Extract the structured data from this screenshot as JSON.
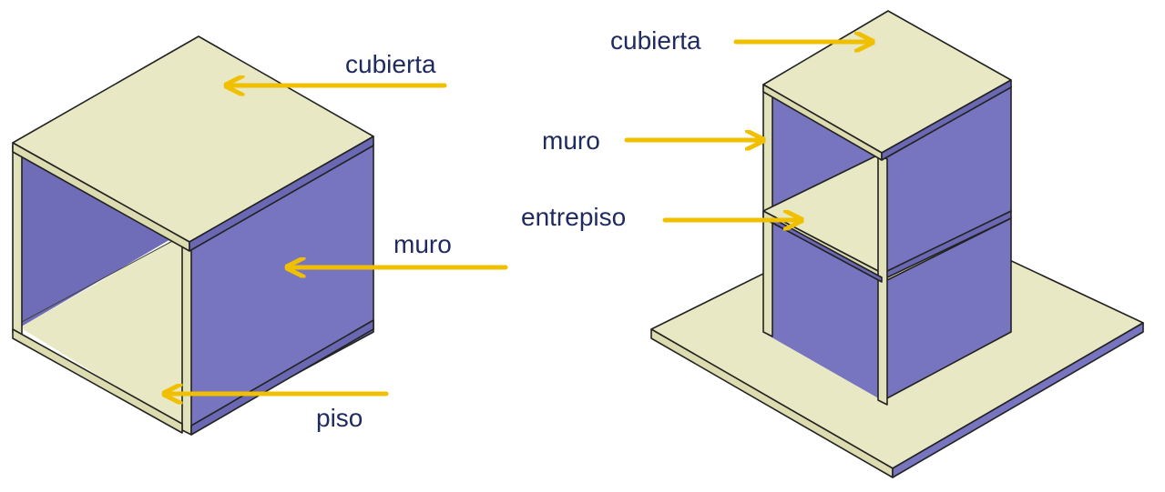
{
  "colors": {
    "label_text": "#1f2a5e",
    "arrow": "#f0c000",
    "slab_fill": "#e8e9c4",
    "slab_edge": "#d6d8ae",
    "wall_fill": "#7875c0",
    "wall_dark": "#6a67b3",
    "outline": "#222222"
  },
  "left_model": {
    "labels": {
      "roof": "cubierta",
      "wall": "muro",
      "floor": "piso"
    }
  },
  "right_model": {
    "labels": {
      "roof": "cubierta",
      "wall": "muro",
      "mezzanine": "entrepiso"
    }
  }
}
